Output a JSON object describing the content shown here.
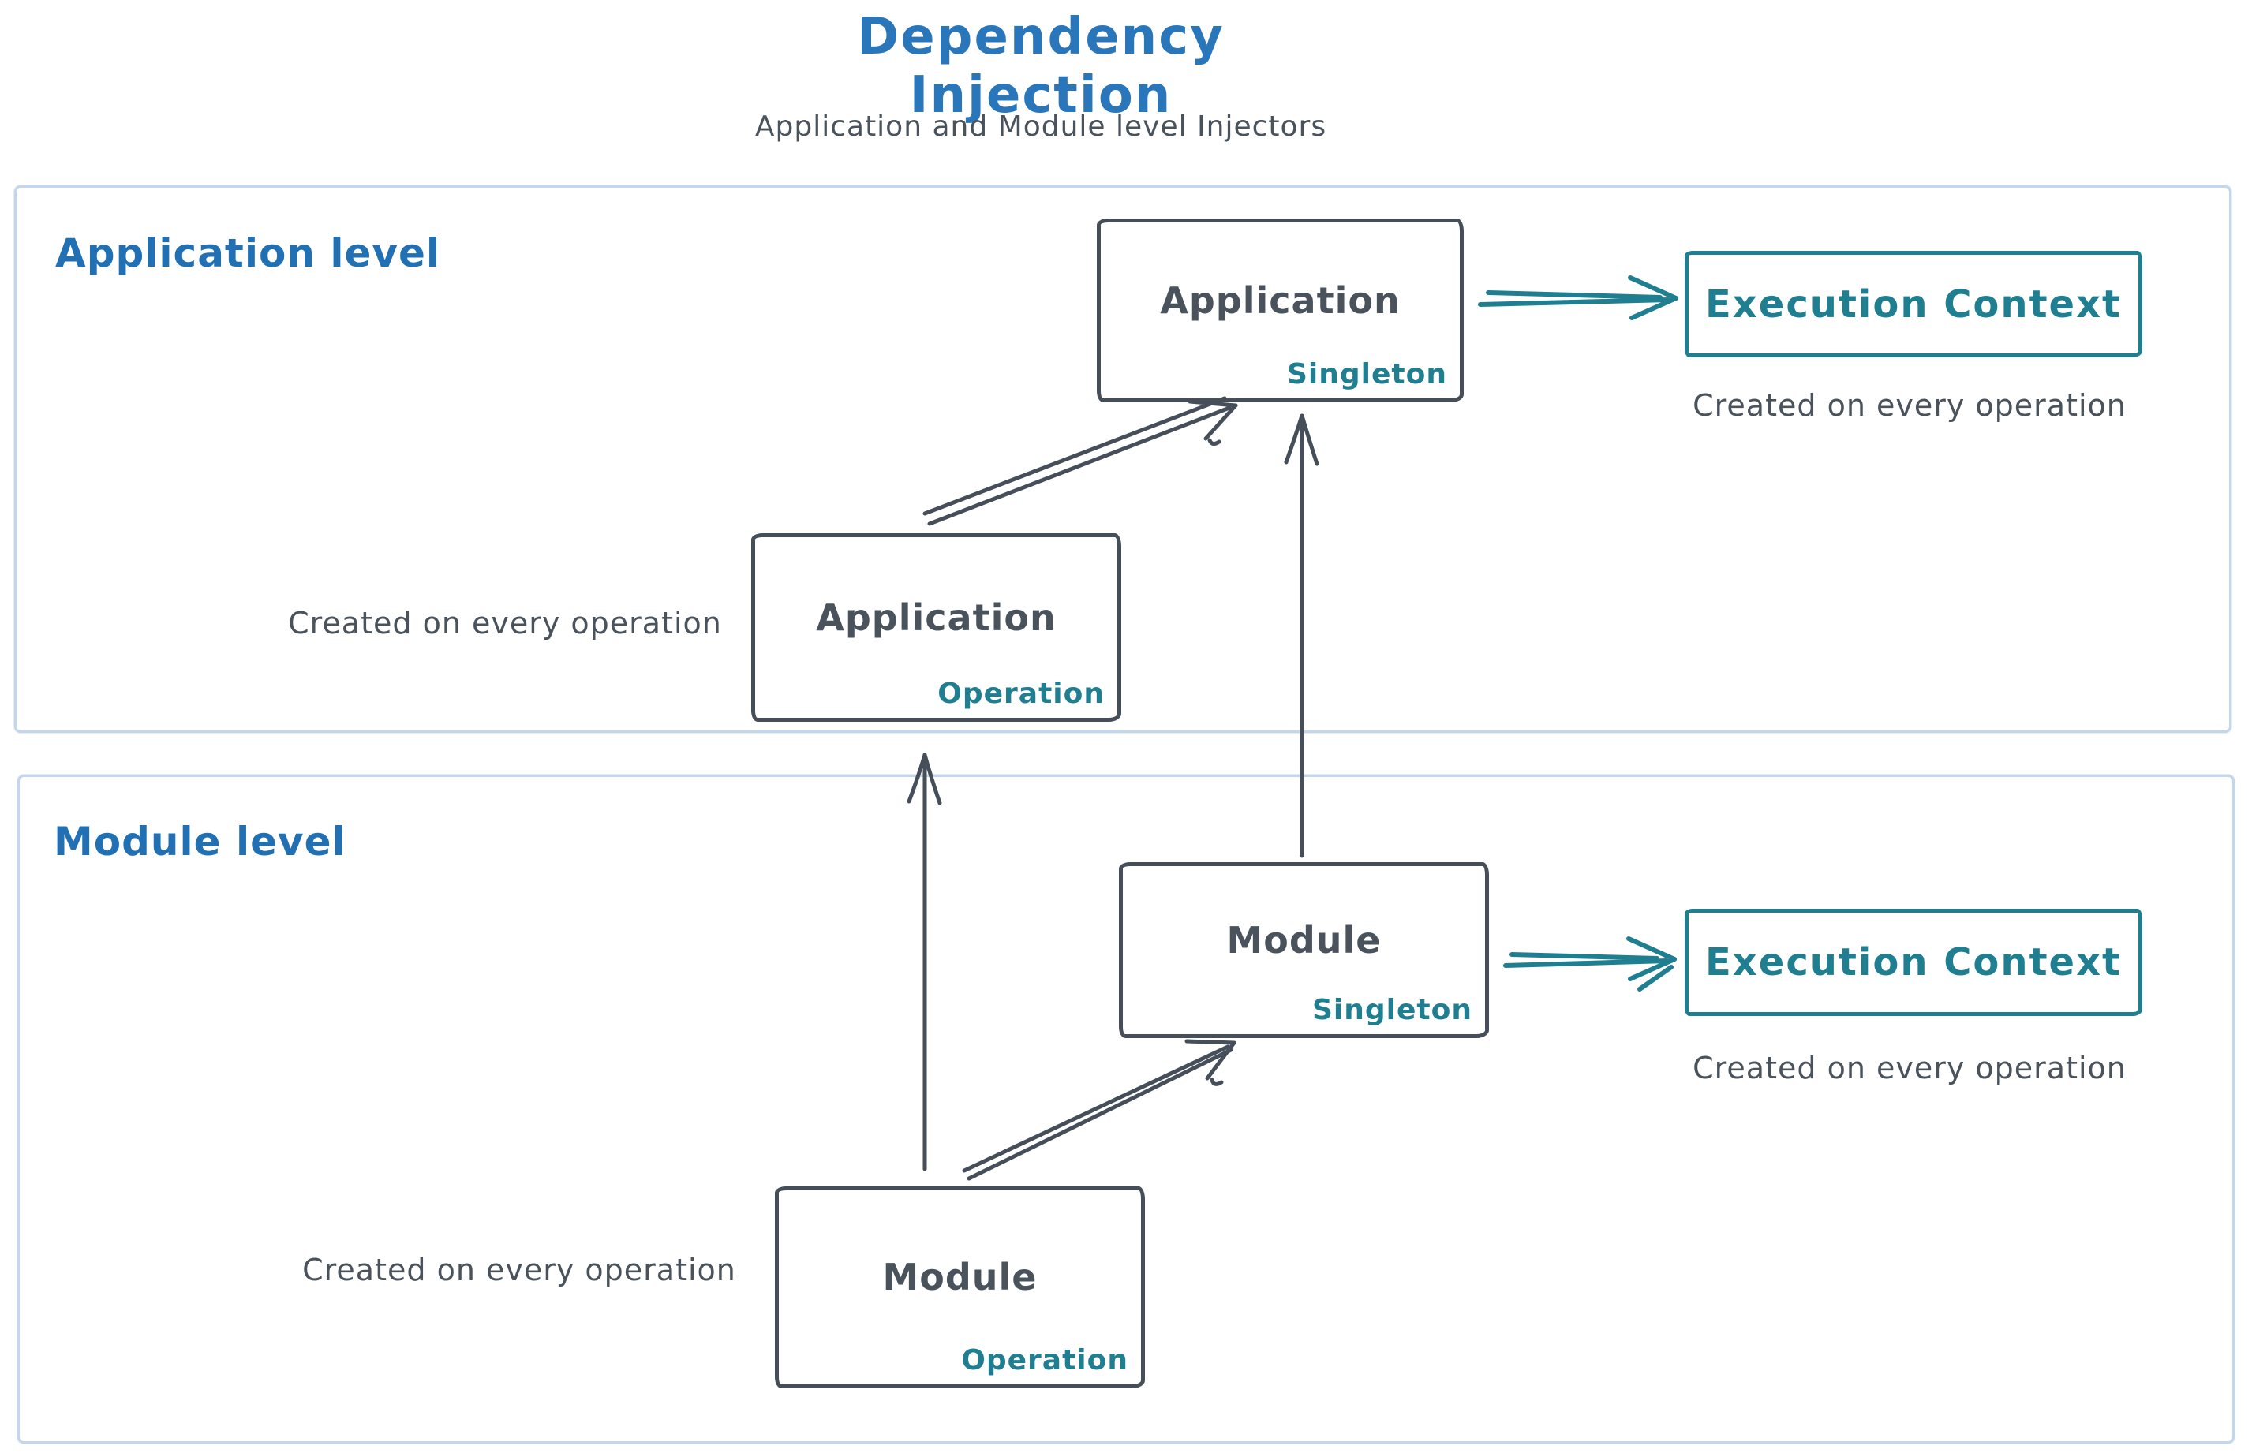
{
  "title": "Dependency Injection",
  "subtitle": "Application and Module level Injectors",
  "colors": {
    "accent_blue": "#2a76bb",
    "teal": "#1f7f91",
    "dark_gray": "#454e59",
    "container_border": "#c3d6ec"
  },
  "sections": {
    "application": {
      "label": "Application level",
      "singleton_box": {
        "title": "Application",
        "tag": "Singleton"
      },
      "operation_box": {
        "title": "Application",
        "tag": "Operation"
      },
      "operation_caption": "Created on every operation",
      "execution_box": {
        "title": "Execution Context",
        "caption": "Created on every operation"
      }
    },
    "module": {
      "label": "Module level",
      "singleton_box": {
        "title": "Module",
        "tag": "Singleton"
      },
      "operation_box": {
        "title": "Module",
        "tag": "Operation"
      },
      "operation_caption": "Created on every operation",
      "execution_box": {
        "title": "Execution Context",
        "caption": "Created on every operation"
      }
    }
  },
  "icons": {
    "arrow_right": "arrow-right-icon",
    "arrow_up": "arrow-up-icon",
    "arrow_diagonal": "arrow-up-right-icon"
  }
}
